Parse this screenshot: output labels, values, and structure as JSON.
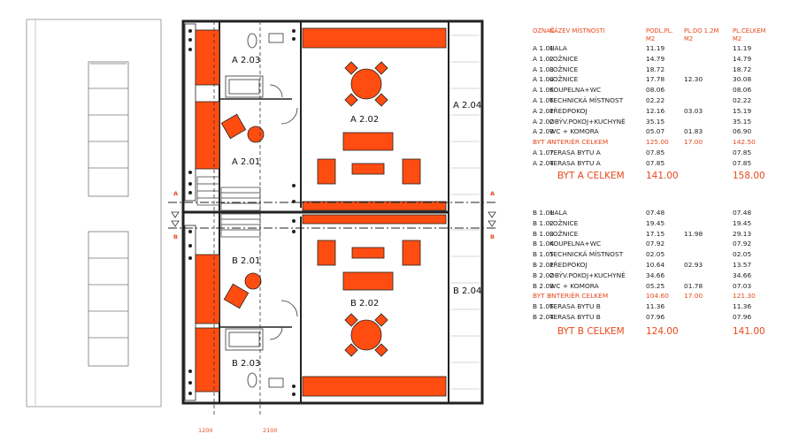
{
  "colors": {
    "accent": "#e8491d",
    "line": "#222222",
    "fill": "#ff4d12"
  },
  "plan": {
    "rooms": [
      {
        "id": "a203",
        "label": "A 2.03"
      },
      {
        "id": "a202",
        "label": "A 2.02"
      },
      {
        "id": "a201",
        "label": "A 2.01"
      },
      {
        "id": "a204",
        "label": "A 2.04"
      },
      {
        "id": "b201",
        "label": "B 2.01"
      },
      {
        "id": "b202",
        "label": "B 2.02"
      },
      {
        "id": "b203",
        "label": "B 2.03"
      },
      {
        "id": "b204",
        "label": "B 2.04"
      }
    ],
    "section_marks": {
      "a": "A",
      "b": "B"
    },
    "dims": [
      "1200",
      "2100"
    ]
  },
  "table": {
    "headers": [
      "OZNAČ.",
      "NÁZEV MÍSTNOSTI",
      "PODL.PL. M2",
      "PL.DO 1.2M M2",
      "PL.CELKEM M2"
    ],
    "header_lines": {
      "podl": [
        "PODL.PL.",
        "M2"
      ],
      "pldo": [
        "PL.DO 1.2M",
        "M2"
      ],
      "celk": [
        "PL.CELKEM",
        "M2"
      ]
    },
    "byt_a": [
      {
        "code": "A 1.01",
        "name": "HALA",
        "podl": "11.19",
        "pldo": "",
        "celk": "11.19"
      },
      {
        "code": "A 1.02",
        "name": "LOŽNICE",
        "podl": "14.79",
        "pldo": "",
        "celk": "14.79"
      },
      {
        "code": "A 1.03",
        "name": "LOŽNICE",
        "podl": "18.72",
        "pldo": "",
        "celk": "18.72"
      },
      {
        "code": "A 1.04",
        "name": "LOŽNICE",
        "podl": "17.78",
        "pldo": "12.30",
        "celk": "30.08"
      },
      {
        "code": "A 1.05",
        "name": "KOUPELNA+WC",
        "podl": "08.06",
        "pldo": "",
        "celk": "08.06"
      },
      {
        "code": "A 1.06",
        "name": "TECHNICKÁ MÍSTNOST",
        "podl": "02.22",
        "pldo": "",
        "celk": "02.22"
      },
      {
        "code": "A 2.01",
        "name": "PŘEDPOKOJ",
        "podl": "12.16",
        "pldo": "03.03",
        "celk": "15.19"
      },
      {
        "code": "A 2.02",
        "name": "OBÝV.POKOJ+KUCHYNĚ",
        "podl": "35.15",
        "pldo": "",
        "celk": "35.15"
      },
      {
        "code": "A 2.03",
        "name": "WC + KOMORA",
        "podl": "05.07",
        "pldo": "01.83",
        "celk": "06.90"
      }
    ],
    "byt_a_interier": {
      "code": "BYT A",
      "name": "INTERIÉR CELKEM",
      "podl": "125.00",
      "pldo": "17.00",
      "celk": "142.50"
    },
    "byt_a_terasy": [
      {
        "code": "A 1.07",
        "name": "TERASA BYTU A",
        "podl": "07.85",
        "pldo": "",
        "celk": "07.85"
      },
      {
        "code": "A 2.04",
        "name": "TERASA BYTU A",
        "podl": "07.85",
        "pldo": "",
        "celk": "07.85"
      }
    ],
    "byt_a_total": {
      "label": "BYT A CELKEM",
      "podl": "141.00",
      "celk": "158.00"
    },
    "byt_b": [
      {
        "code": "B 1.01",
        "name": "HALA",
        "podl": "07.48",
        "pldo": "",
        "celk": "07.48"
      },
      {
        "code": "B 1.02",
        "name": "LOŽNICE",
        "podl": "19.45",
        "pldo": "",
        "celk": "19.45"
      },
      {
        "code": "B 1.03",
        "name": "LOŽNICE",
        "podl": "17.15",
        "pldo": "11.98",
        "celk": "29.13"
      },
      {
        "code": "B 1.04",
        "name": "KOUPELNA+WC",
        "podl": "07.92",
        "pldo": "",
        "celk": "07.92"
      },
      {
        "code": "B 1.05",
        "name": "TECHNICKÁ MÍSTNOST",
        "podl": "02.05",
        "pldo": "",
        "celk": "02.05"
      },
      {
        "code": "B 2.01",
        "name": "PŘEDPOKOJ",
        "podl": "10.64",
        "pldo": "02.93",
        "celk": "13.57"
      },
      {
        "code": "B 2.02",
        "name": "OBÝV.POKOJ+KUCHYNĚ",
        "podl": "34.66",
        "pldo": "",
        "celk": "34.66"
      },
      {
        "code": "B 2.03",
        "name": "WC + KOMORA",
        "podl": "05.25",
        "pldo": "01.78",
        "celk": "07.03"
      }
    ],
    "byt_b_interier": {
      "code": "BYT B",
      "name": "INTERIÉR CELKEM",
      "podl": "104.60",
      "pldo": "17.00",
      "celk": "121.30"
    },
    "byt_b_terasy": [
      {
        "code": "B 1.06",
        "name": "TERASA BYTU B",
        "podl": "11.36",
        "pldo": "",
        "celk": "11.36"
      },
      {
        "code": "B 2.04",
        "name": "TERASA BYTU B",
        "podl": "07.96",
        "pldo": "",
        "celk": "07.96"
      }
    ],
    "byt_b_total": {
      "label": "BYT B CELKEM",
      "podl": "124.00",
      "celk": "141.00"
    }
  }
}
